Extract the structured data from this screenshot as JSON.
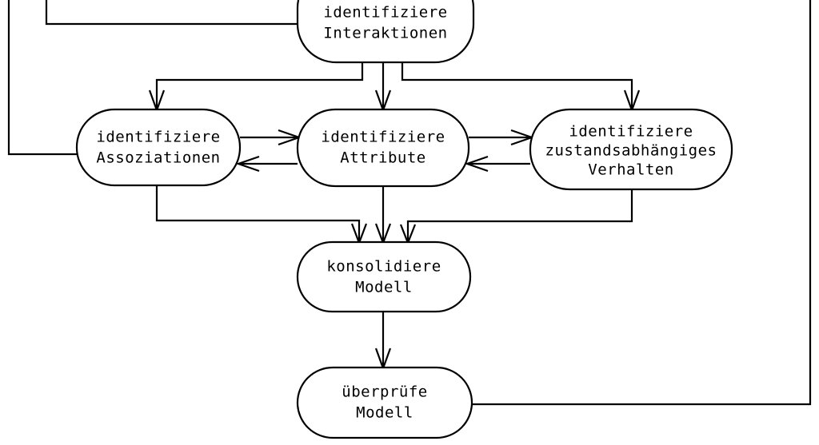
{
  "diagram": {
    "type": "flowchart",
    "language": "de",
    "background_color": "#ffffff",
    "line_color": "#000000",
    "nodes": [
      {
        "id": "identifiziere-interaktionen",
        "line1": "identifiziere",
        "line2": "Interaktionen",
        "line3": "",
        "shape": "stadium"
      },
      {
        "id": "identifiziere-assoziationen",
        "line1": "identifiziere",
        "line2": "Assoziationen",
        "line3": "",
        "shape": "stadium"
      },
      {
        "id": "identifiziere-attribute",
        "line1": "identifiziere",
        "line2": "Attribute",
        "line3": "",
        "shape": "stadium"
      },
      {
        "id": "identifiziere-zustandsabhaengiges-verhalten",
        "line1": "identifiziere",
        "line2": "zustandsabhängiges",
        "line3": "Verhalten",
        "shape": "stadium"
      },
      {
        "id": "konsolidiere-modell",
        "line1": "konsolidiere",
        "line2": "Modell",
        "line3": "",
        "shape": "stadium"
      },
      {
        "id": "ueberpruefe-modell",
        "line1": "überprüfe",
        "line2": "Modell",
        "line3": "",
        "shape": "stadium"
      }
    ],
    "edges": [
      {
        "id": "interaktionen-to-assoziationen",
        "from": "identifiziere-interaktionen",
        "to": "identifiziere-assoziationen",
        "arrow": "single"
      },
      {
        "id": "interaktionen-to-attribute",
        "from": "identifiziere-interaktionen",
        "to": "identifiziere-attribute",
        "arrow": "single"
      },
      {
        "id": "interaktionen-to-verhalten",
        "from": "identifiziere-interaktionen",
        "to": "identifiziere-zustandsabhaengiges-verhalten",
        "arrow": "single"
      },
      {
        "id": "assoziationen-to-attribute",
        "from": "identifiziere-assoziationen",
        "to": "identifiziere-attribute",
        "arrow": "single"
      },
      {
        "id": "attribute-to-assoziationen",
        "from": "identifiziere-attribute",
        "to": "identifiziere-assoziationen",
        "arrow": "single"
      },
      {
        "id": "attribute-to-verhalten",
        "from": "identifiziere-attribute",
        "to": "identifiziere-zustandsabhaengiges-verhalten",
        "arrow": "single"
      },
      {
        "id": "verhalten-to-attribute",
        "from": "identifiziere-zustandsabhaengiges-verhalten",
        "to": "identifiziere-attribute",
        "arrow": "single"
      },
      {
        "id": "assoziationen-to-konsolidiere",
        "from": "identifiziere-assoziationen",
        "to": "konsolidiere-modell",
        "arrow": "single"
      },
      {
        "id": "attribute-to-konsolidiere",
        "from": "identifiziere-attribute",
        "to": "konsolidiere-modell",
        "arrow": "single"
      },
      {
        "id": "verhalten-to-konsolidiere",
        "from": "identifiziere-zustandsabhaengiges-verhalten",
        "to": "konsolidiere-modell",
        "arrow": "single"
      },
      {
        "id": "konsolidiere-to-ueberpruefe",
        "from": "konsolidiere-modell",
        "to": "ueberpruefe-modell",
        "arrow": "single"
      },
      {
        "id": "ueberpruefe-feedback-right",
        "from": "ueberpruefe-modell",
        "to": "offscreen-top-right",
        "arrow": "none"
      },
      {
        "id": "assoziationen-feedback-left",
        "from": "identifiziere-assoziationen",
        "to": "offscreen-top-left",
        "arrow": "none"
      },
      {
        "id": "interaktionen-feedback-left",
        "from": "identifiziere-interaktionen",
        "to": "offscreen-top-left-inner",
        "arrow": "none"
      }
    ]
  }
}
